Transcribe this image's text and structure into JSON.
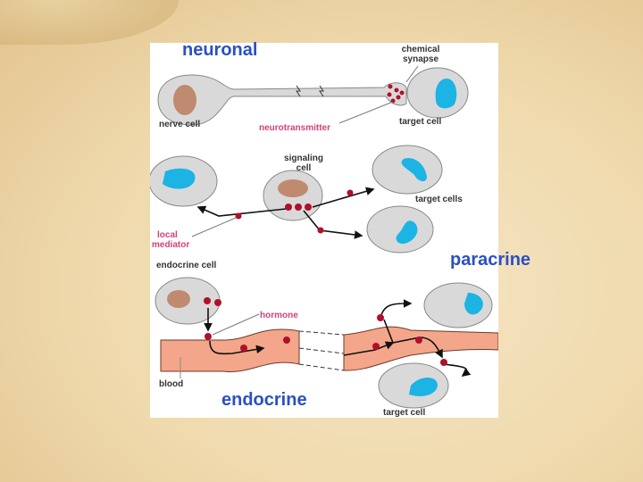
{
  "headings": {
    "neuronal": "neuronal",
    "paracrine": "paracrine",
    "endocrine": "endocrine"
  },
  "neuronal": {
    "chemical_synapse": [
      "chemical",
      "synapse"
    ],
    "nerve_cell": "nerve cell",
    "neurotransmitter": "neurotransmitter",
    "target_cell": "target cell"
  },
  "paracrine": {
    "signaling_cell": [
      "signaling",
      "cell"
    ],
    "target_cells": "target cells",
    "local_mediator": [
      "local",
      "mediator"
    ]
  },
  "endocrine": {
    "endocrine_cell": "endocrine cell",
    "hormone": "hormone",
    "blood": "blood",
    "target_cell": "target cell"
  },
  "colors": {
    "heading": "#2a50c4",
    "cell": "#d9d9d9",
    "nucleus_source": "#c08a70",
    "nucleus_target": "#1bb4e4",
    "molecule": "#b0102a",
    "blood": "#f4a68a",
    "pink_label": "#d0407a"
  }
}
